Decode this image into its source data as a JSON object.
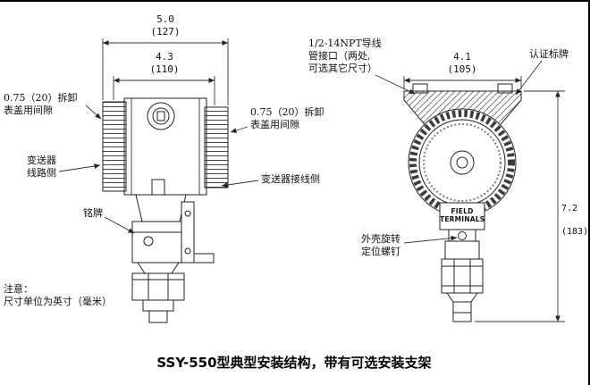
{
  "page": {
    "caption": "SSY-550型典型安装结构，带有可选安装支架"
  },
  "note": {
    "text": "注意：\n尺寸单位为英寸（毫米）"
  },
  "colors": {
    "ink": "#1a1a1a",
    "background": "#ffffff"
  },
  "left_view": {
    "dim_width": {
      "inches": "5.0",
      "mm": "(127)"
    },
    "dim_inner": {
      "inches": "4.3",
      "mm": "(110)"
    },
    "labels": {
      "clearance_left": "0.75（20）拆卸\n表盖用间隙",
      "circuit_side": "变送器\n线路侧",
      "nameplate": "铭牌",
      "clearance_right": "0.75（20）拆卸\n表盖用间隙",
      "terminal_side": "变送器接线侧"
    }
  },
  "right_view": {
    "dim_width": {
      "inches": "4.1",
      "mm": "(105)"
    },
    "dim_height": {
      "inches": "7.2",
      "mm": "(183)"
    },
    "labels": {
      "conduit": "1/2-14NPT导线\n管接口（两处,\n可选其它尺寸）",
      "cert_plate": "认证标牌",
      "housing_screw": "外壳旋转\n定位螺钉",
      "field_terminals": "FIELD\nTERMINALS"
    }
  }
}
